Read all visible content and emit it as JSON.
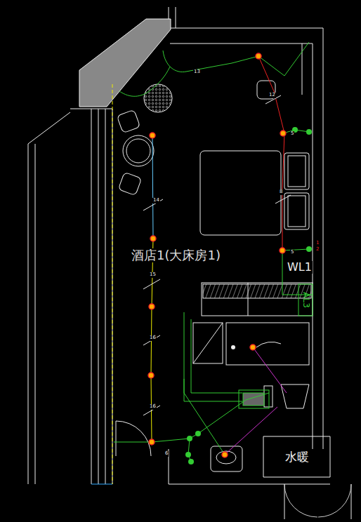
{
  "diagram": {
    "nodes": [
      {
        "text": [
          "AL3"
        ]
      },
      {
        "text": [
          "水暖"
        ]
      }
    ],
    "labels": [
      "酒店1(大床房1)",
      "WL1",
      "13",
      "12",
      "8",
      "14",
      "15",
      "16",
      "16",
      "5",
      "5",
      "6",
      "1",
      "2"
    ]
  }
}
